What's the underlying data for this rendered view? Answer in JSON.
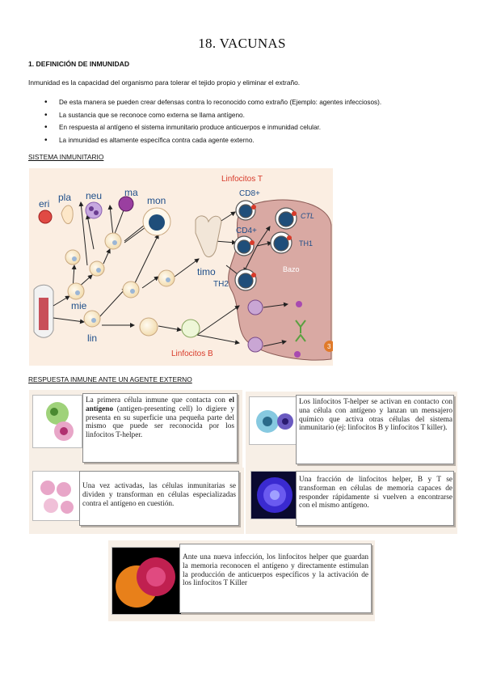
{
  "title": "18. VACUNAS",
  "section1": {
    "heading": "1. DEFINICIÓN DE INMUNIDAD",
    "intro": "Inmunidad es la capacidad del organismo para tolerar el tejido propio y eliminar el extraño.",
    "bullets": [
      "De esta manera se pueden crear defensas contra lo reconocido como extraño (Ejemplo: agentes infecciosos).",
      "La sustancia que se reconoce como externa se llama antígeno.",
      "En respuesta al antígeno el sistema inmunitario produce anticuerpos e inmunidad celular.",
      "La inmunidad es altamente específica contra cada agente externo."
    ]
  },
  "system_heading": "SISTEMA INMUNITARIO",
  "diagram": {
    "labels": {
      "eri": "eri",
      "pla": "pla",
      "neu": "neu",
      "ma": "ma",
      "mon": "mon",
      "mie": "mie",
      "lin": "lin",
      "timo": "timo",
      "linfocitos_t": "Linfocitos T",
      "linfocitos_b": "Linfocitos B",
      "cd8": "CD8+",
      "cd4": "CD4+",
      "ctl": "CTL",
      "th1": "TH1",
      "th2": "TH2",
      "bazo": "Bazo",
      "page_num": "3"
    },
    "colors": {
      "background": "#fbeee2",
      "spleen": "#d9a9a3",
      "accent_red": "#d83a2a",
      "cell_blue": "#1f4e7a"
    }
  },
  "response_heading": "RESPUESTA INMUNE ANTE UN AGENTE EXTERNO",
  "cards": [
    {
      "pre": "La primera célula inmune que contacta con ",
      "bold": "el antígeno",
      "post": " (antigen-presenting cell) lo digiere y presenta en su superficie una pequeña parte del mismo que puede ser reconocida por los linfocitos T-helper."
    },
    {
      "pre": "Los linfocitos T-helper se activan en contacto con una célula con antígeno y lanzan un mensajero químico que activa otras células del sistema inmunitario (ej: linfocitos B y linfocitos T killer).",
      "bold": "",
      "post": ""
    },
    {
      "pre": "Una vez activadas, las células inmunitarias se dividen y transforman en células especializadas contra el antígeno en cuestión.",
      "bold": "",
      "post": ""
    },
    {
      "pre": "Una fracción de linfocitos helper, B y T se transforman en células de memoria capaces de responder rápidamente si vuelven a encontrarse con el mismo antígeno.",
      "bold": "",
      "post": ""
    },
    {
      "pre": "Ante una nueva infección, los linfocitos helper que guardan la memoria reconocen el antígeno y directamente estimulan la producción de anticuerpos específicos y la activación de los linfocitos T Killer",
      "bold": "",
      "post": ""
    }
  ]
}
